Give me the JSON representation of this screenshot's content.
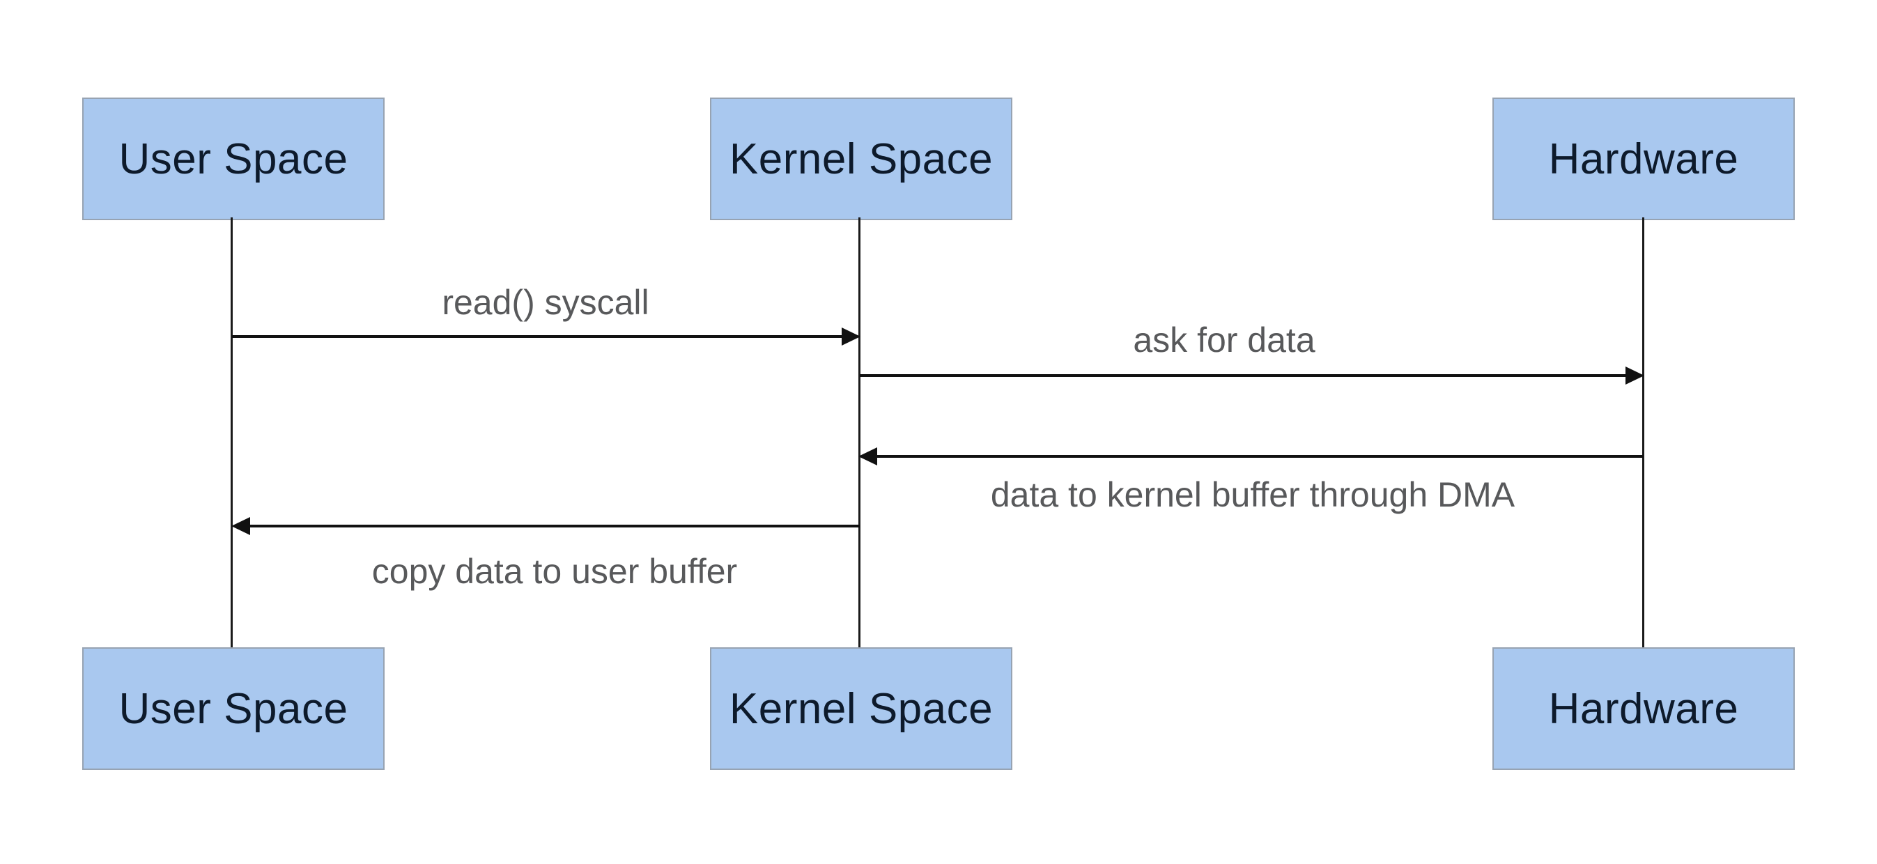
{
  "diagram": {
    "type": "sequence-diagram",
    "actors": [
      {
        "id": "user-space",
        "label": "User Space"
      },
      {
        "id": "kernel-space",
        "label": "Kernel Space"
      },
      {
        "id": "hardware",
        "label": "Hardware"
      }
    ],
    "messages": [
      {
        "label": "read() syscall",
        "from": "user-space",
        "to": "kernel-space",
        "direction": "right",
        "label_position": "above"
      },
      {
        "label": "ask for data",
        "from": "kernel-space",
        "to": "hardware",
        "direction": "right",
        "label_position": "above"
      },
      {
        "label": "data to kernel buffer through DMA",
        "from": "hardware",
        "to": "kernel-space",
        "direction": "left",
        "label_position": "below"
      },
      {
        "label": "copy data to user buffer",
        "from": "kernel-space",
        "to": "user-space",
        "direction": "left",
        "label_position": "below"
      }
    ],
    "colors": {
      "background": "#ffffff",
      "actor_fill": "#a9c8ef",
      "actor_border": "#97a3b2",
      "actor_text": "#0d1a2b",
      "message_text": "#58595b",
      "line": "#111111"
    }
  }
}
